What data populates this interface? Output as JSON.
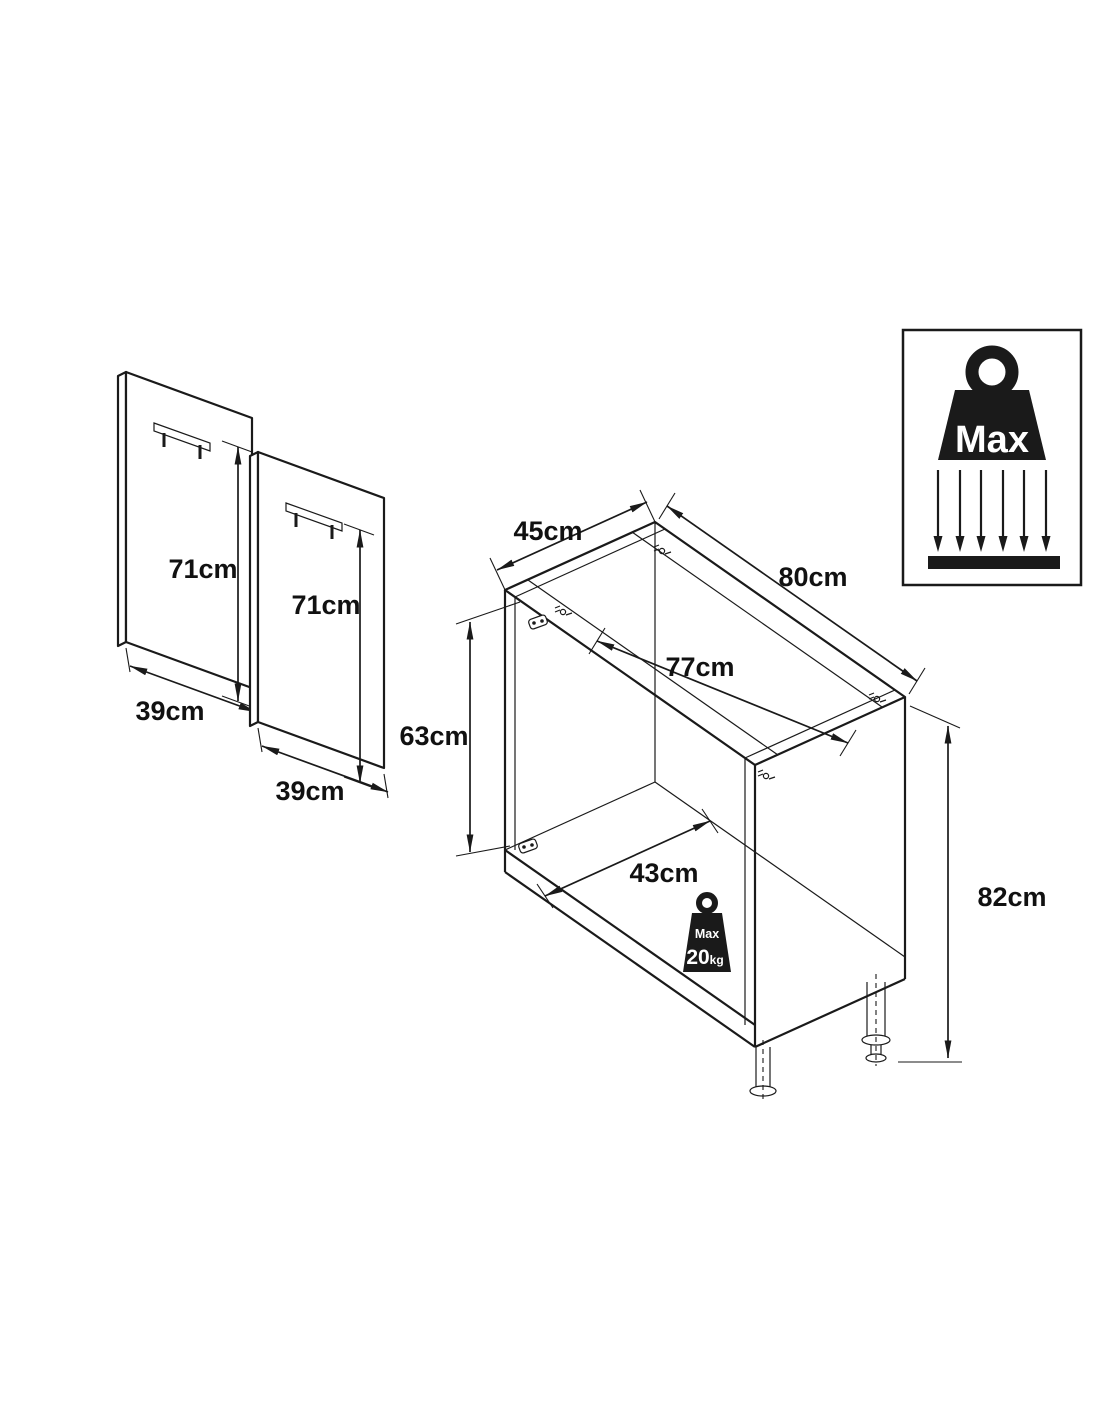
{
  "doors": {
    "door1_height": "71cm",
    "door2_height": "71cm",
    "door1_width": "39cm",
    "door2_width": "39cm"
  },
  "cabinet": {
    "top_depth": "45cm",
    "top_width": "80cm",
    "inner_width": "77cm",
    "inner_height": "63cm",
    "inner_depth": "43cm",
    "total_height": "82cm"
  },
  "max_badge": {
    "label": "Max"
  },
  "shelf_badge": {
    "label": "Max",
    "value": "20",
    "unit": "kg"
  },
  "colors": {
    "line": "#1a1a1a",
    "background": "#ffffff"
  }
}
